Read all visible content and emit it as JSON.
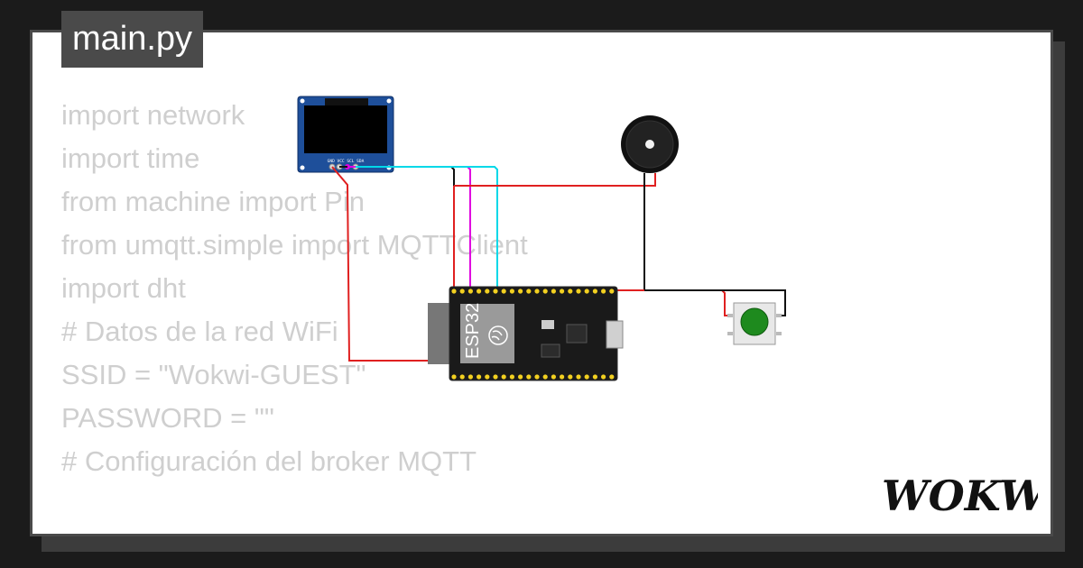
{
  "tab": {
    "filename": "main.py"
  },
  "code_lines": [
    "import network",
    "import time",
    "from machine import Pin",
    "from umqtt.simple import MQTTClient",
    "import dht",
    "",
    "# Datos de la red WiFi",
    "SSID = \"Wokwi-GUEST\"",
    "PASSWORD = \"\"",
    "",
    "# Configuración del broker MQTT"
  ],
  "board": {
    "label": "ESP32"
  },
  "oled": {
    "pin_labels": "GND VCC SCL SDA"
  },
  "brand": {
    "name": "WOKWi"
  },
  "colors": {
    "wire_red": "#e02020",
    "wire_black": "#111111",
    "wire_magenta": "#e000e0",
    "wire_cyan": "#00d8e8",
    "board": "#1a1a1a",
    "oled_blue": "#1e4f9a",
    "button_green": "#1e8a1e"
  },
  "icons": [
    "espressif-logo-icon",
    "buzzer-icon",
    "pushbutton-icon"
  ]
}
